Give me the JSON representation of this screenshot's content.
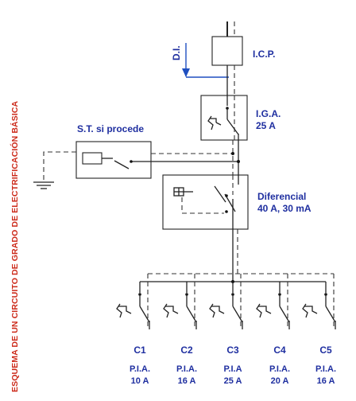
{
  "side_title": "ESQUEMA DE UN CIRCUITO DE GRADO DE ELECTRIFICACIÓN BÁSICA",
  "di_label": "D.I.",
  "icp_label": "I.C.P.",
  "iga": {
    "name": "I.G.A.",
    "rating": "25 A"
  },
  "st_label": "S.T. si procede",
  "diferencial": {
    "name": "Diferencial",
    "rating": "40 A, 30 mA"
  },
  "circuits": [
    {
      "id": "C1",
      "type": "P.I.A.",
      "rating": "10 A"
    },
    {
      "id": "C2",
      "type": "P.I.A.",
      "rating": "16 A"
    },
    {
      "id": "C3",
      "type": "P.I.A",
      "rating": "25 A"
    },
    {
      "id": "C4",
      "type": "P.I.A.",
      "rating": "20 A"
    },
    {
      "id": "C5",
      "type": "P.I.A.",
      "rating": "16 A"
    }
  ],
  "colors": {
    "label": "#1f2fa0",
    "side_title": "#cc2a1a",
    "di_arrow": "#1f4fc0",
    "wire": "#222222"
  }
}
